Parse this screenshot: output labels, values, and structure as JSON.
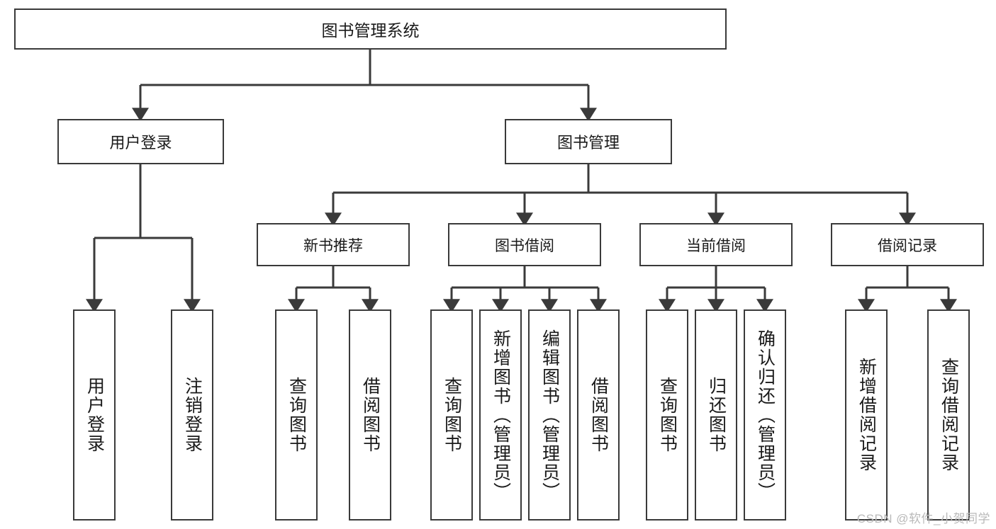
{
  "diagram": {
    "title": "图书管理系统",
    "type": "tree-hierarchy-diagram",
    "root": {
      "label": "图书管理系统"
    },
    "level2": [
      {
        "label": "用户登录"
      },
      {
        "label": "图书管理"
      }
    ],
    "level3": [
      {
        "label": "新书推荐"
      },
      {
        "label": "图书借阅"
      },
      {
        "label": "当前借阅"
      },
      {
        "label": "借阅记录"
      }
    ],
    "leaves": {
      "user_login": [
        {
          "label": "用户登录"
        },
        {
          "label": "注销登录"
        }
      ],
      "new_book_recommend": [
        {
          "label": "查询图书"
        },
        {
          "label": "借阅图书"
        }
      ],
      "book_borrow": [
        {
          "label": "查询图书"
        },
        {
          "label": "新增图书（管理员）"
        },
        {
          "label": "编辑图书（管理员）"
        },
        {
          "label": "借阅图书"
        }
      ],
      "current_borrow": [
        {
          "label": "查询图书"
        },
        {
          "label": "归还图书"
        },
        {
          "label": "确认归还（管理员）"
        }
      ],
      "borrow_record": [
        {
          "label": "新增借阅记录"
        },
        {
          "label": "查询借阅记录"
        }
      ]
    }
  },
  "watermark": {
    "text": "CSDN @软件_小贺同学"
  },
  "colors": {
    "stroke": "#3a3a3a",
    "box_fill": "#ffffff",
    "text": "#1a1a1a",
    "watermark": "#b9b9b9",
    "background": "#ffffff"
  }
}
